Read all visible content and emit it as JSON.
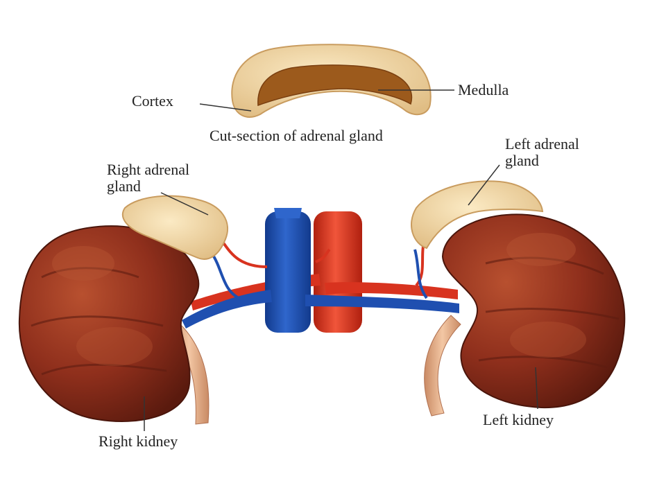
{
  "diagram": {
    "labels": {
      "cortex": "Cortex",
      "medulla": "Medulla",
      "cut_section": "Cut-section of adrenal gland",
      "left_adrenal_line1": "Left adrenal",
      "left_adrenal_line2": "gland",
      "right_adrenal_line1": "Right adrenal",
      "right_adrenal_line2": "gland",
      "left_kidney": "Left kidney",
      "right_kidney": "Right kidney"
    },
    "colors": {
      "kidney": "#8f2f1c",
      "kidney_dark": "#5e1c10",
      "kidney_highlight": "#b04a30",
      "adrenal": "#f2d9a8",
      "adrenal_edge": "#d9b57a",
      "medulla": "#9c5a1c",
      "vein": "#1f4fb0",
      "artery": "#d8331f",
      "ureter": "#e8b48e"
    }
  }
}
